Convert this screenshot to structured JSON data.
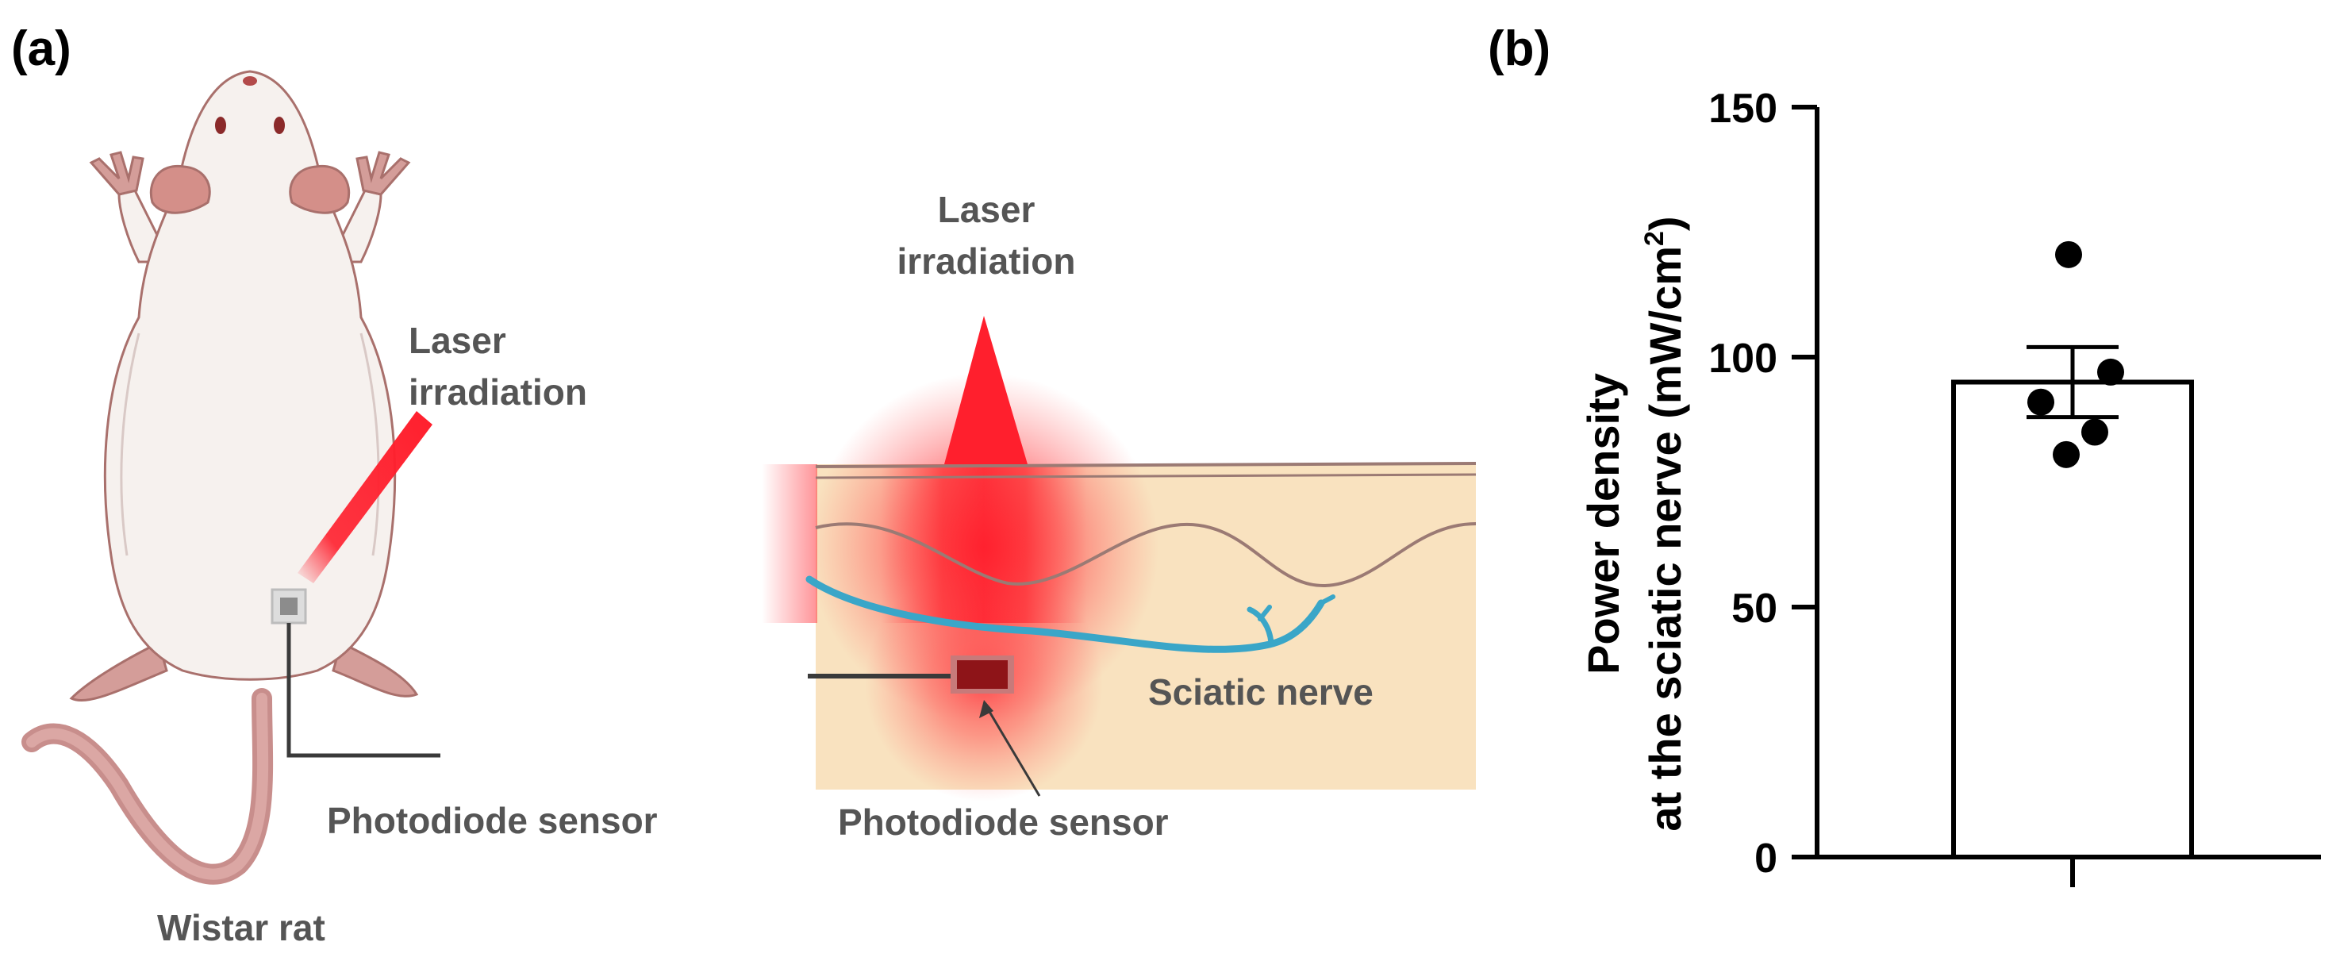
{
  "panel_a": {
    "label": "(a)",
    "rat_laser_label_line1": "Laser",
    "rat_laser_label_line2": "irradiation",
    "rat_sensor_label": "Photodiode sensor",
    "rat_label": "Wistar rat",
    "tissue_laser_label_line1": "Laser",
    "tissue_laser_label_line2": "irradiation",
    "nerve_label": "Sciatic nerve",
    "tissue_sensor_label": "Photodiode sensor"
  },
  "panel_b": {
    "label": "(b)"
  },
  "colors": {
    "laser": "#ff1f2d",
    "tissue": "#f9e2bf",
    "nerve": "#3aa6c8",
    "sensor": "#8e1418",
    "rat_body": "#f6f1ee",
    "rat_ear": "#d48f89",
    "bar_fill": "#ffffff",
    "axis": "#000000"
  },
  "chart_data": {
    "type": "bar",
    "categories": [
      ""
    ],
    "values": [
      95
    ],
    "error": 7,
    "points": [
      120.5,
      97,
      91,
      85,
      80.5
    ],
    "ylim": [
      0,
      150
    ],
    "yticks": [
      0,
      50,
      100,
      150
    ],
    "ylabel_line1": "Power density",
    "ylabel_line2": "at the sciatic nerve (mW/cm",
    "ylabel_sup": "2",
    "ylabel_close": ")"
  }
}
